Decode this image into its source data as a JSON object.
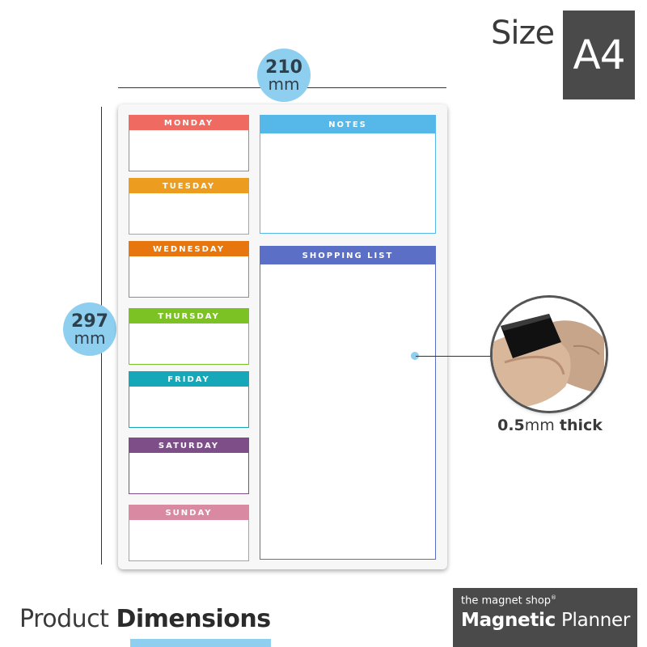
{
  "size": {
    "label": "Size",
    "value": "A4"
  },
  "width_dim": {
    "number": "210",
    "unit": "mm"
  },
  "height_dim": {
    "number": "297",
    "unit": "mm"
  },
  "days": [
    {
      "label": "MONDAY",
      "color": "#ef6b62"
    },
    {
      "label": "TUESDAY",
      "color": "#ec9c1e"
    },
    {
      "label": "WEDNESDAY",
      "color": "#e8760e"
    },
    {
      "label": "THURSDAY",
      "color": "#7cc225"
    },
    {
      "label": "FRIDAY",
      "color": "#16a7b8"
    },
    {
      "label": "SATURDAY",
      "color": "#7d4e87"
    },
    {
      "label": "SUNDAY",
      "color": "#d98aa2"
    }
  ],
  "notes": {
    "label": "NOTES",
    "color": "#55b8e8"
  },
  "shopping": {
    "label": "SHOPPING LIST",
    "color": "#5c6fc7"
  },
  "thickness": {
    "value": "0.5",
    "unit": "mm",
    "word": "thick"
  },
  "footer": {
    "product": "Product",
    "dimensions": "Dimensions"
  },
  "brand": {
    "shop": "the magnet shop",
    "reg": "®",
    "title_bold": "Magnetic",
    "title_rest": "Planner"
  },
  "accent_color": "#8ecff0"
}
